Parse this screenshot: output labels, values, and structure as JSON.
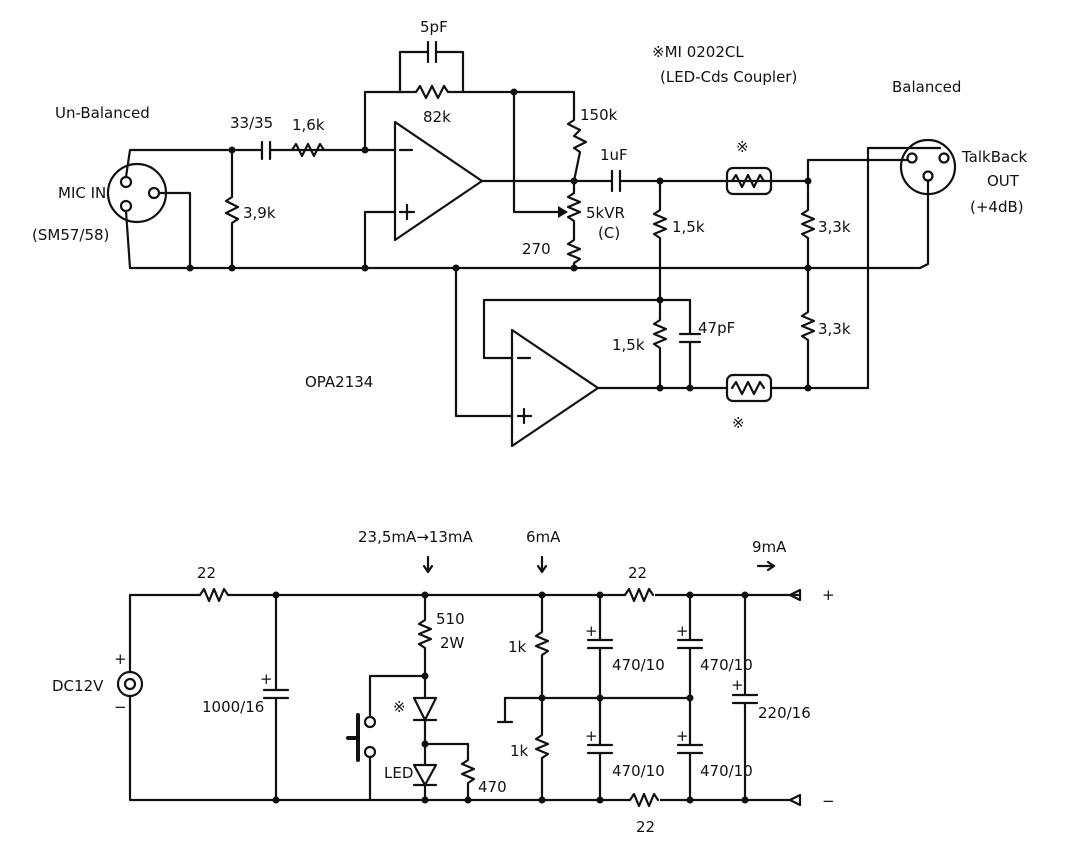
{
  "labels": {
    "unbalanced": "Un-Balanced",
    "mic_in": "MIC IN",
    "mic_model": "(SM57/58)",
    "r_input": "3,9k",
    "cap_input": "33/35",
    "r_gain_in": "1,6k",
    "cap_feedback": "5pF",
    "r_feedback": "82k",
    "coupler_name": "※MI 0202CL",
    "coupler_desc": "(LED-Cds Coupler)",
    "balanced": "Balanced",
    "r_150k": "150k",
    "cap_1uf": "1uF",
    "coupler_mark_top": "※",
    "pot": "5kVR",
    "pot_taper": "(C)",
    "r_270": "270",
    "r_1k5_top": "1,5k",
    "r_3k3_top": "3,3k",
    "talkback": "TalkBack",
    "out": "OUT",
    "level": "(+4dB)",
    "r_1k5_fb": "1,5k",
    "cap_47pf": "47pF",
    "r_3k3_bot": "3,3k",
    "coupler_mark_bot": "※",
    "opamp": "OPA2134",
    "current_led": "23,5mA→13mA",
    "current_div": "6mA",
    "current_out": "9mA",
    "r_22_in": "22",
    "dc": "DC12V",
    "cap_1000": "1000/16",
    "r_510": "510",
    "r_510_power": "2W",
    "coupler_mark_psu": "※",
    "led": "LED",
    "r_470": "470",
    "r_1k_top": "1k",
    "r_1k_bot": "1k",
    "cap_470_a": "470/10",
    "cap_470_b": "470/10",
    "cap_470_c": "470/10",
    "cap_470_d": "470/10",
    "r_22_pos": "22",
    "r_22_neg": "22",
    "cap_220": "220/16",
    "plus_out": "+",
    "minus_out": "−",
    "plus_in": "+",
    "minus_in": "−"
  }
}
